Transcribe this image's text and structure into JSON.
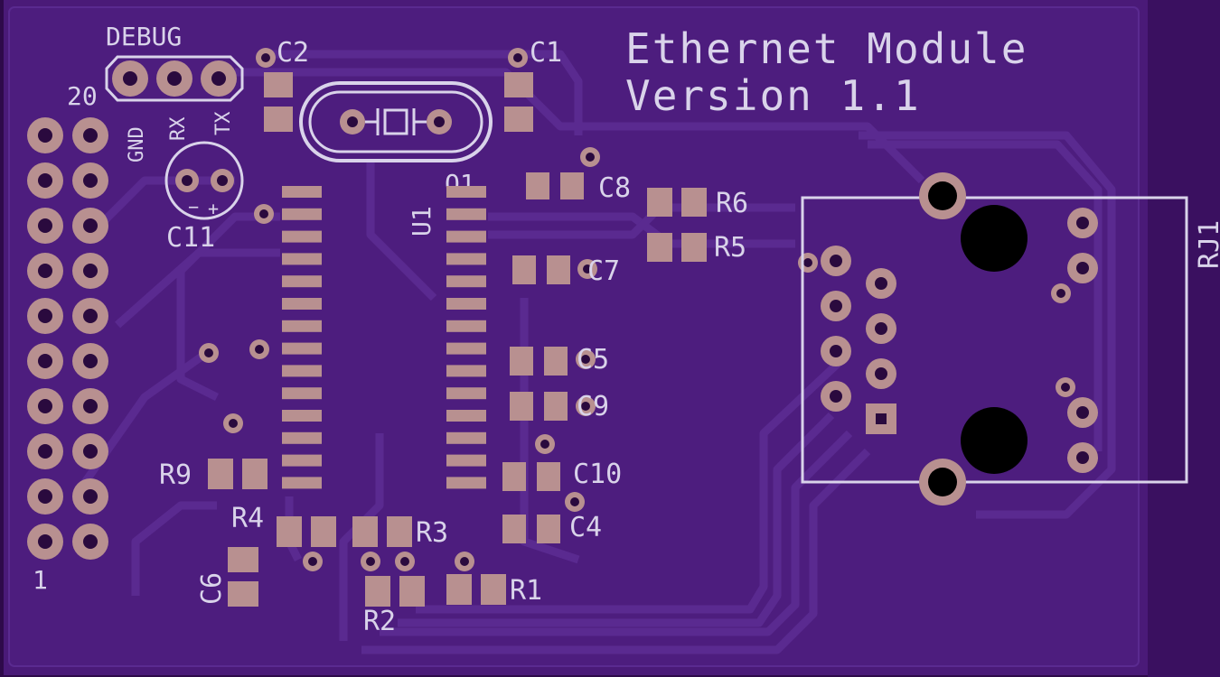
{
  "board": {
    "title_line1": "Ethernet Module",
    "title_line2": "Version 1.1",
    "colors": {
      "outer": "#2e0a4a",
      "board": "#4a1a78",
      "pour": "#4d1d7e",
      "trace": "#5a2a90",
      "silkscreen": "#d9d3ea",
      "copper_pad": "#b89090"
    }
  },
  "labels": {
    "debug": "DEBUG",
    "gnd": "GND",
    "rx": "RX",
    "tx": "TX",
    "pin_high": "20",
    "pin_low": "1",
    "c1": "C1",
    "c2": "C2",
    "c4": "C4",
    "c5": "C5",
    "c6": "C6",
    "c7": "C7",
    "c8": "C8",
    "c9": "C9",
    "c10": "C10",
    "c11": "C11",
    "q1": "Q1",
    "u1": "U1",
    "r1": "R1",
    "r2": "R2",
    "r3": "R3",
    "r4": "R4",
    "r5": "R5",
    "r6": "R6",
    "r9": "R9",
    "rj1": "RJ1",
    "cap_minus": "−",
    "cap_plus": "+"
  }
}
